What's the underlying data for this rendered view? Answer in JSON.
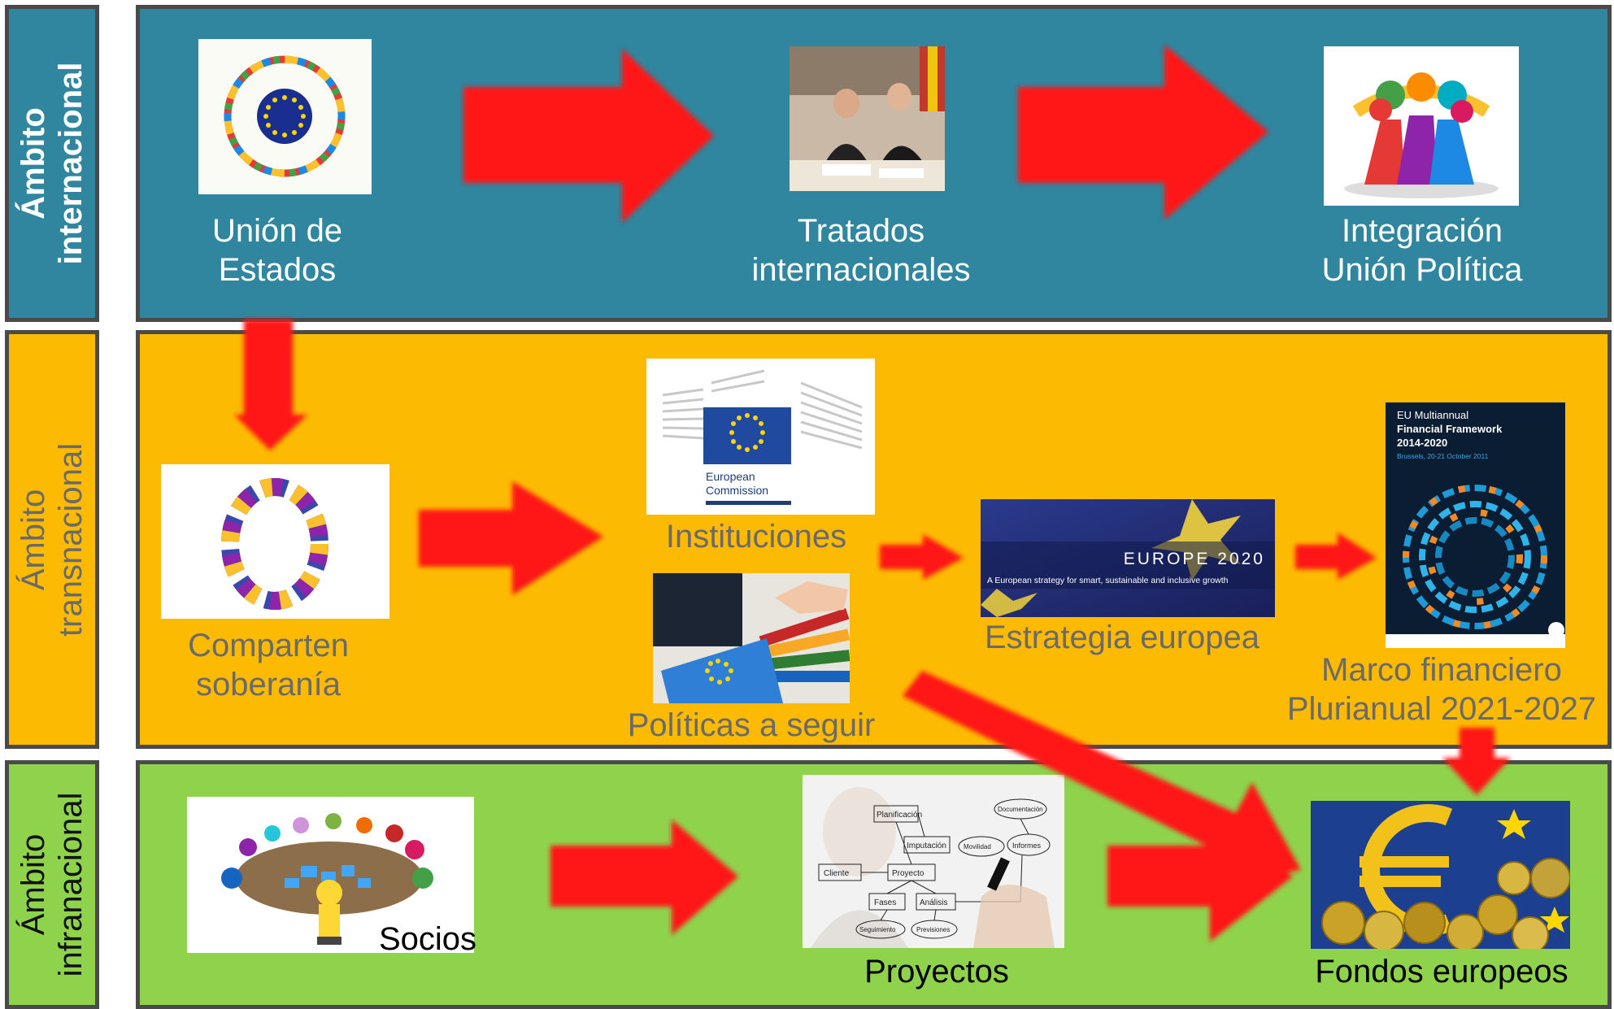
{
  "colors": {
    "international": "#2f869e",
    "transnational": "#fdba02",
    "infranational": "#8fd24c",
    "arrow": "#ff1414",
    "border": "#4a4a4a"
  },
  "bands": {
    "international": {
      "label_line1": "Ámbito",
      "label_line2": "internacional"
    },
    "transnational": {
      "label_line1": "Ámbito",
      "label_line2": "transnacional"
    },
    "infranational": {
      "label_line1": "Ámbito",
      "label_line2": "infranacional"
    }
  },
  "nodes": {
    "union_estados": {
      "line1": "Unión de",
      "line2": "Estados"
    },
    "tratados": {
      "line1": "Tratados",
      "line2": "internacionales"
    },
    "integracion": {
      "line1": "Integración",
      "line2": "Unión Política"
    },
    "comparten": {
      "line1": "Comparten",
      "line2": "soberanía"
    },
    "instituciones": {
      "label": "Instituciones",
      "logo_line1": "European",
      "logo_line2": "Commission"
    },
    "politicas": {
      "label": "Políticas a seguir"
    },
    "estrategia": {
      "label": "Estrategia europea",
      "banner_title": "EUROPE 2020",
      "banner_sub": "A European strategy for smart, sustainable and inclusive growth"
    },
    "marco": {
      "line1": "Marco financiero",
      "line2": "Plurianual 2021-2027",
      "cover_l1": "EU Multiannual",
      "cover_l2": "Financial Framework",
      "cover_l3": "2014-2020",
      "cover_l4": "Brussels, 20-21 October 2011"
    },
    "socios": {
      "label": "Socios"
    },
    "proyectos": {
      "label": "Proyectos",
      "box_plan": "Planificación",
      "box_imp": "Imputación",
      "box_cliente": "Cliente",
      "box_proyecto": "Proyecto",
      "box_fases": "Fases",
      "box_analisis": "Análisis",
      "box_seg": "Seguimiento",
      "box_prev": "Previsiones",
      "oval_doc": "Documentación",
      "oval_mov": "Movilidad",
      "oval_inf": "Informes"
    },
    "fondos": {
      "label": "Fondos europeos"
    }
  }
}
